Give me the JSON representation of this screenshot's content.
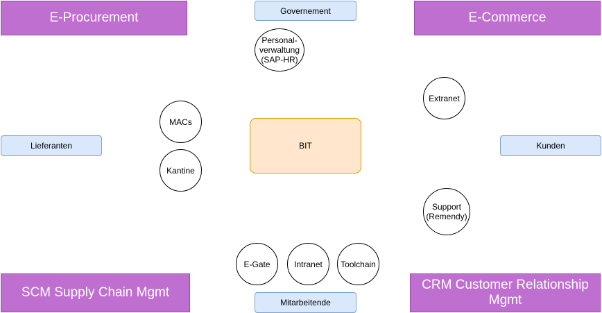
{
  "corners": {
    "top_left": "E-Procurement",
    "top_right": "E-Commerce",
    "bottom_left": "SCM Supply Chain Mgmt",
    "bottom_right": "CRM Customer Relationship Mgmt"
  },
  "stakeholders": {
    "top": "Governement",
    "left": "Lieferanten",
    "right": "Kunden",
    "bottom": "Mitarbeitende"
  },
  "center": "BIT",
  "systems": {
    "personalverwaltung": "Personal-\nverwaltung\n(SAP-HR)",
    "macs": "MACs",
    "kantine": "Kantine",
    "extranet": "Extranet",
    "support": "Support\n(Remendy)",
    "egate": "E-Gate",
    "intranet": "Intranet",
    "toolchain": "Toolchain"
  },
  "colors": {
    "corner_fill": "#bf6fd0",
    "stakeholder_fill": "#d9e8fb",
    "center_fill": "#ffe6cc",
    "center_border": "#d79b00"
  }
}
